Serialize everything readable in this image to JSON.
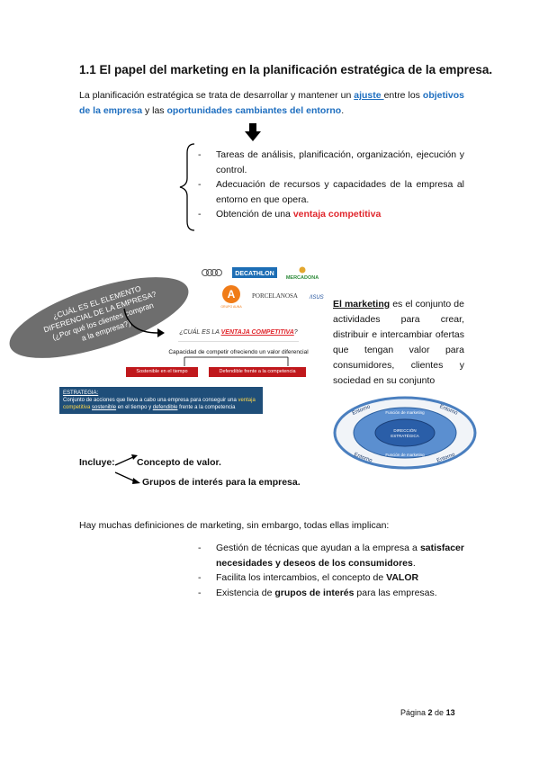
{
  "title": "1.1 El papel del marketing en la planificación estratégica de la empresa.",
  "intro": {
    "t1": "La planificación estratégica se trata de desarrollar y mantener un ",
    "link": "ajuste ",
    "t2": "entre los ",
    "blue1": "objetivos de la empresa",
    "t3": " y las ",
    "blue2": "oportunidades cambiantes del entorno",
    "t4": "."
  },
  "tasks": [
    "Tareas de análisis, planificación, organización, ejecución y control.",
    "Adecuación de recursos y capacidades de la empresa al entorno en que opera."
  ],
  "task3_prefix": "Obtención de una ",
  "task3_red": "ventaja competitiva",
  "oval": {
    "l1": "¿CUÁL ES EL ELEMENTO",
    "l2": "DIFERENCIAL DE LA EMPRESA?",
    "l3": "(¿Por qué los clientes compran",
    "l4": "a la empresa?)"
  },
  "logos": {
    "decathlon": "DECATHLON",
    "mercadona": "MERCADONA",
    "porcelanosa": "PORCELANOSA",
    "asus": "/ISUS",
    "grupo": "GRUPO AUNA"
  },
  "vc_box": {
    "question_prefix": "¿CUÁL ES LA ",
    "question_red": "VENTAJA COMPETITIVA",
    "question_suffix": "?",
    "cap": "Capacidad de competir ofreciendo un valor diferencial",
    "left": "Sostenible en el tiempo",
    "right": "Defendible frente a la competencia"
  },
  "marketing_def": {
    "term": "El marketing",
    "rest": " es el conjunto de actividades para crear, distribuir e intercambiar ofertas que tengan valor para consumidores, clientes y sociedad en su conjunto"
  },
  "estrategia": {
    "label": "ESTRATEGIA:",
    "t1": "Conjunto de acciones que lleva a cabo una empresa para conseguir una ",
    "y": "ventaja competitiva",
    "t2": " ",
    "u1": "sostenible",
    "t3": " en el tiempo y ",
    "u2": "defendible",
    "t4": " frente a la competencia"
  },
  "circles": {
    "entorno": "Entorno",
    "funcion": "Función de marketing",
    "direccion1": "DIRECCIÓN",
    "direccion2": "ESTRATÉGICA"
  },
  "incluye": {
    "label": "Incluye:",
    "item1": "Concepto de valor.",
    "item2": "Grupos de interés para la empresa."
  },
  "defs_intro": "Hay muchas definiciones de marketing, sin embargo, todas ellas implican:",
  "implica": {
    "i1a": "Gestión de técnicas que ayudan a la empresa a ",
    "i1b": "satisfacer necesidades y deseos de los consumidores",
    "i1c": ".",
    "i2a": "Facilita los intercambios, el concepto de ",
    "i2b": "VALOR",
    "i3a": "Existencia de ",
    "i3b": "grupos de interés",
    "i3c": " para las empresas."
  },
  "footer": {
    "page_label": "Página ",
    "page": "2",
    "of": " de ",
    "total": "13"
  }
}
